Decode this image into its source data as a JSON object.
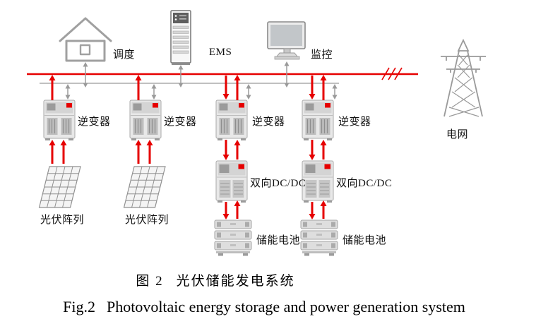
{
  "diagram": {
    "nodes": {
      "dispatch": "调度",
      "ems": "EMS",
      "monitor": "监控",
      "grid": "电网",
      "inverter": "逆变器",
      "pv_array": "光伏阵列",
      "bidirectional_dcdc": "双向DC/DC",
      "storage_battery": "储能电池"
    },
    "colors": {
      "power_line_red": "#e60000",
      "icon_gray": "#9a9a9a"
    },
    "edges": [
      {
        "from": "dispatch",
        "to": "bus",
        "type": "comm",
        "bidirectional": true
      },
      {
        "from": "ems",
        "to": "bus",
        "type": "comm",
        "bidirectional": true
      },
      {
        "from": "monitor",
        "to": "bus",
        "type": "comm",
        "bidirectional": true
      },
      {
        "from": "pv_array_1",
        "to": "inverter_1",
        "type": "power",
        "bidirectional": false
      },
      {
        "from": "pv_array_2",
        "to": "inverter_2",
        "type": "power",
        "bidirectional": false
      },
      {
        "from": "inverter_1",
        "to": "bus",
        "type": "power",
        "bidirectional": false
      },
      {
        "from": "inverter_2",
        "to": "bus",
        "type": "power",
        "bidirectional": false
      },
      {
        "from": "inverter_3",
        "to": "bus",
        "type": "power",
        "bidirectional": true
      },
      {
        "from": "inverter_4",
        "to": "bus",
        "type": "power",
        "bidirectional": true
      },
      {
        "from": "bidirectional_dcdc_1",
        "to": "inverter_3",
        "type": "power",
        "bidirectional": true
      },
      {
        "from": "bidirectional_dcdc_2",
        "to": "inverter_4",
        "type": "power",
        "bidirectional": true
      },
      {
        "from": "storage_battery_1",
        "to": "bidirectional_dcdc_1",
        "type": "power",
        "bidirectional": true
      },
      {
        "from": "storage_battery_2",
        "to": "bidirectional_dcdc_2",
        "type": "power",
        "bidirectional": true
      }
    ]
  },
  "caption": {
    "zh_label": "图 2",
    "zh_title": "光伏储能发电系统",
    "en_label": "Fig.2",
    "en_title": "Photovoltaic energy storage and power generation system"
  }
}
